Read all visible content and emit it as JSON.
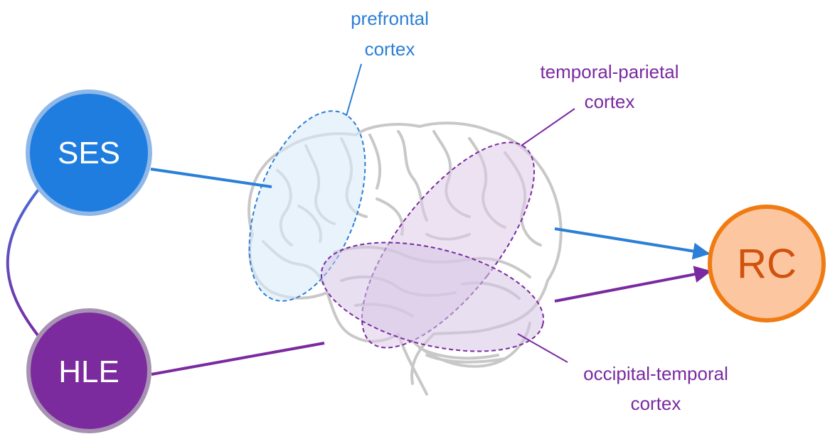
{
  "nodes": {
    "ses": {
      "label": "SES"
    },
    "hle": {
      "label": "HLE"
    },
    "rc": {
      "label": "RC"
    }
  },
  "regions": {
    "prefrontal": {
      "line1": "prefrontal",
      "line2": "cortex"
    },
    "temporal_parietal": {
      "line1": "temporal-parietal",
      "line2": "cortex"
    },
    "occipital_temporal": {
      "line1": "occipital-temporal",
      "line2": "cortex"
    }
  },
  "colors": {
    "blue": "#2b7fd6",
    "blue_fill": "#1f7de0",
    "purple": "#7a2aa0",
    "purple_fill": "#7b2b9e",
    "rc_stroke": "#f07b12",
    "rc_fill": "#fcc7a0",
    "rc_text": "#d0520e",
    "brain_gray": "#c8c8c8"
  }
}
